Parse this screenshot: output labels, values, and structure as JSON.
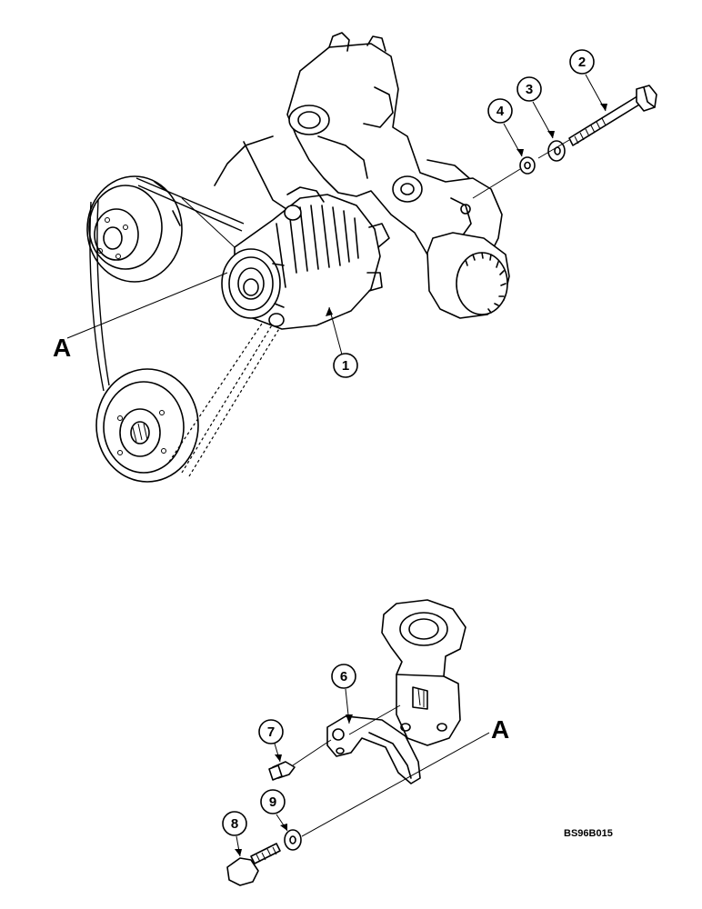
{
  "figure_code": "BS96B015",
  "reference_letter": "A",
  "callouts": [
    {
      "id": "1",
      "label": "1"
    },
    {
      "id": "2",
      "label": "2"
    },
    {
      "id": "3",
      "label": "3"
    },
    {
      "id": "4",
      "label": "4"
    },
    {
      "id": "6",
      "label": "6"
    },
    {
      "id": "7",
      "label": "7"
    },
    {
      "id": "8",
      "label": "8"
    },
    {
      "id": "9",
      "label": "9"
    }
  ]
}
